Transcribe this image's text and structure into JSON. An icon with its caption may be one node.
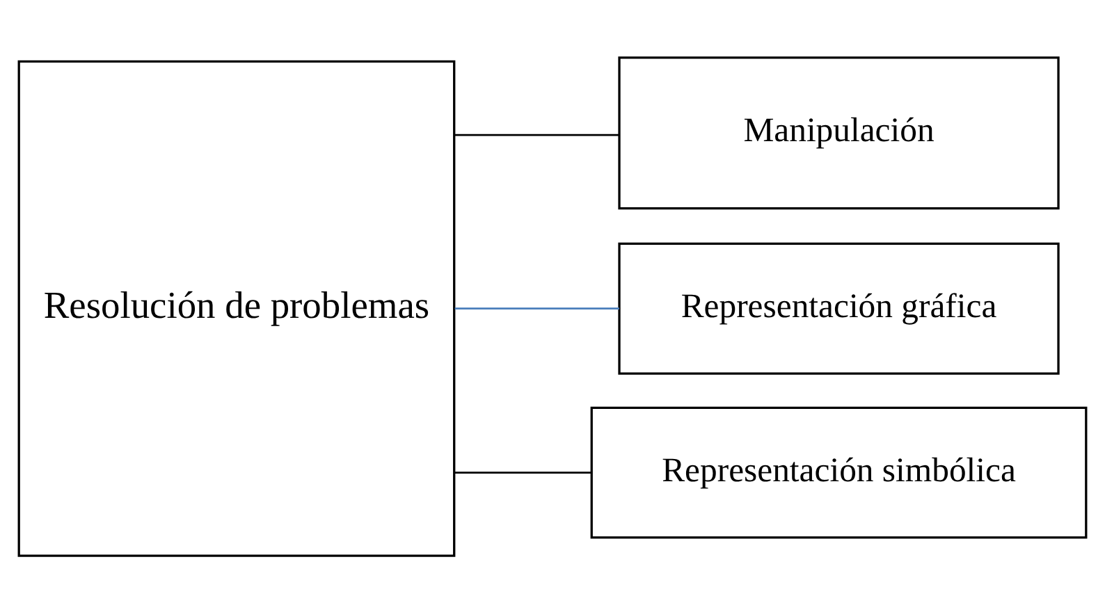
{
  "diagram": {
    "nodes": [
      {
        "text": [
          "Resolución de problemas"
        ]
      },
      {
        "text": [
          "Manipulación"
        ]
      },
      {
        "text": [
          "Representación gráfica"
        ]
      },
      {
        "text": [
          "Representación simbólica"
        ]
      }
    ],
    "edges": [
      {
        "from": 0,
        "to": 1,
        "arrow": "none"
      },
      {
        "from": 0,
        "to": 2,
        "arrow": "none",
        "color": "#4a7ebb"
      },
      {
        "from": 0,
        "to": 3,
        "arrow": "none"
      }
    ]
  }
}
